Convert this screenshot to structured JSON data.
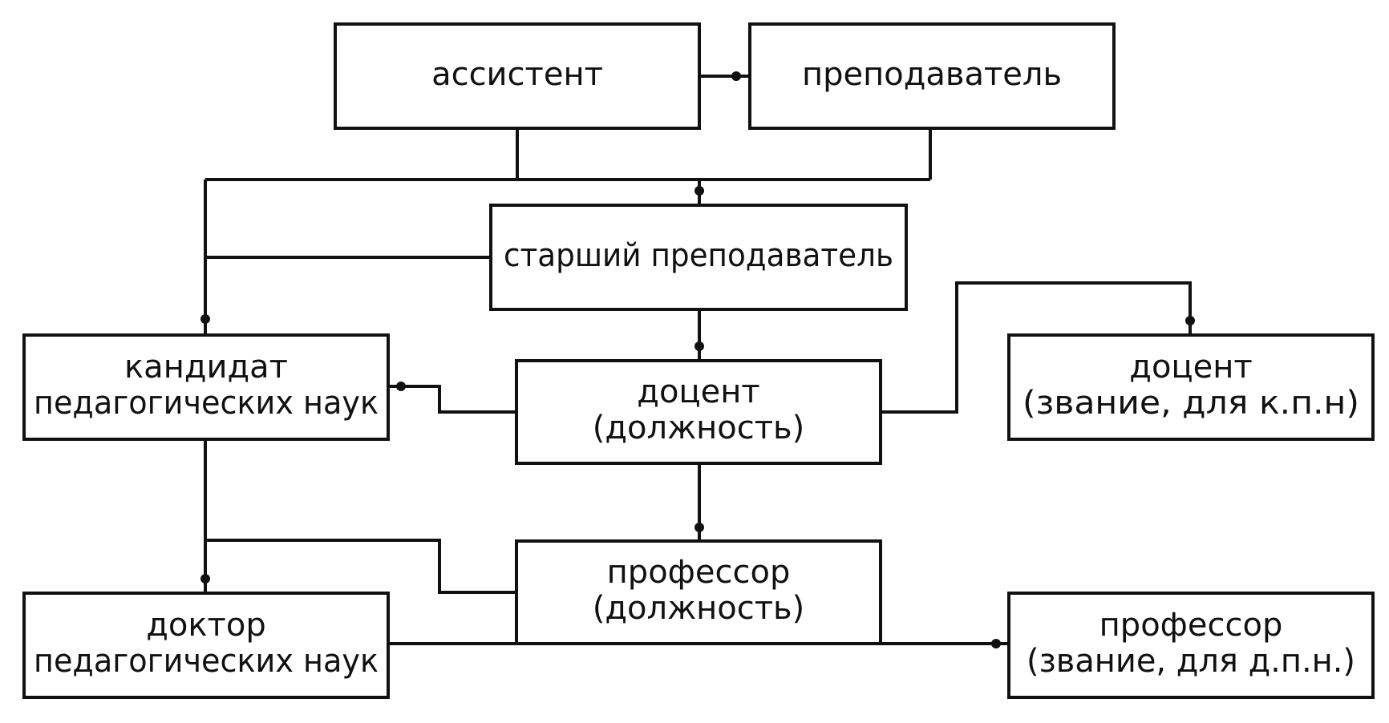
{
  "diagram": {
    "line_color": "#111111",
    "background": "#ffffff",
    "nodes": {
      "assistant": {
        "lines": [
          "ассистент"
        ]
      },
      "lecturer": {
        "lines": [
          "преподаватель"
        ]
      },
      "senior_lecturer": {
        "lines": [
          "старший преподаватель"
        ]
      },
      "candidate": {
        "lines": [
          "кандидат",
          "педагогических наук"
        ]
      },
      "docent_position": {
        "lines": [
          "доцент",
          "(должность)"
        ]
      },
      "docent_title": {
        "lines": [
          "доцент",
          "(звание, для к.п.н)"
        ]
      },
      "professor_position": {
        "lines": [
          "профессор",
          "(должность)"
        ]
      },
      "doctor": {
        "lines": [
          "доктор",
          "педагогических наук"
        ]
      },
      "professor_title": {
        "lines": [
          "профессор",
          "(звание, для д.п.н.)"
        ]
      }
    }
  }
}
